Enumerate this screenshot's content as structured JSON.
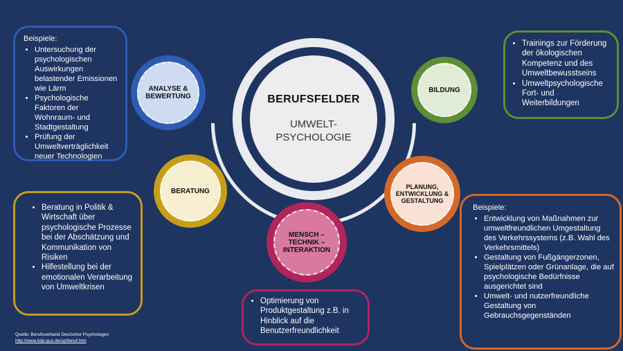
{
  "center": {
    "title": "BERUFSFELDER",
    "subtitle_line1": "UMWELT-",
    "subtitle_line2": "PSYCHOLOGIE"
  },
  "circles": {
    "analyse": {
      "line1": "ANALYSE &",
      "line2": "BEWERTUNG",
      "color": "#2f5cb3"
    },
    "bildung": {
      "line1": "BILDUNG",
      "color": "#5e8e35"
    },
    "beratung": {
      "line1": "BERATUNG",
      "color": "#c79e18"
    },
    "planung": {
      "line1": "PLANUNG,",
      "line2": "ENTWICKLUNG &",
      "line3": "GESTALTUNG",
      "color": "#d2692a"
    },
    "mensch": {
      "line1": "MENSCH –",
      "line2": "TECHNIK –",
      "line3": "INTERAKTION",
      "color": "#b1245c"
    }
  },
  "boxes": {
    "analyse": {
      "title": "Beispiele:",
      "items": [
        "Untersuchung der psychologischen Auswirkungen belastender Emissionen wie Lärm",
        "Psychologische Faktoren der Wohnraum- und Stadtgestaltung",
        "Prüfung der Umweltverträglichkeit neuer Technologien"
      ]
    },
    "bildung": {
      "items": [
        "Trainings zur Förderung der ökologischen Kompetenz und des Umweltbewusstseins",
        "Umweltpsychologische Fort- und Weiterbildungen"
      ]
    },
    "beratung": {
      "items": [
        "Beratung in Politik & Wirtschaft über psychologische Prozesse bei der Abschätzung und Kommunikation von Risiken",
        "Hilfestellung bei der emotionalen Verarbeitung von Umweltkrisen"
      ]
    },
    "planung": {
      "title": "Beispiele:",
      "items": [
        "Entwicklung von Maßnahmen zur umweltfreundlichen Umgestaltung des Verkehrssystems (z.B. Wahl des Verkehrsmittels)",
        "Gestaltung von Fußgängerzonen, Spielplätzen oder Grünanlage, die auf psychologische Bedürfnisse ausgerichtet sind",
        "Umwelt- und nutzerfreundliche Gestaltung von Gebrauchsgegenständen"
      ]
    },
    "mensch": {
      "items": [
        "Optimierung von Produktgestaltung z.B. in Hinblick auf die Benutzerfreundlichkeit"
      ]
    }
  },
  "source": {
    "label": "Quelle: Berufsverband Deutscher Psychologen",
    "link": "http://www.bdp-gus.de/up/beruf.htm"
  }
}
